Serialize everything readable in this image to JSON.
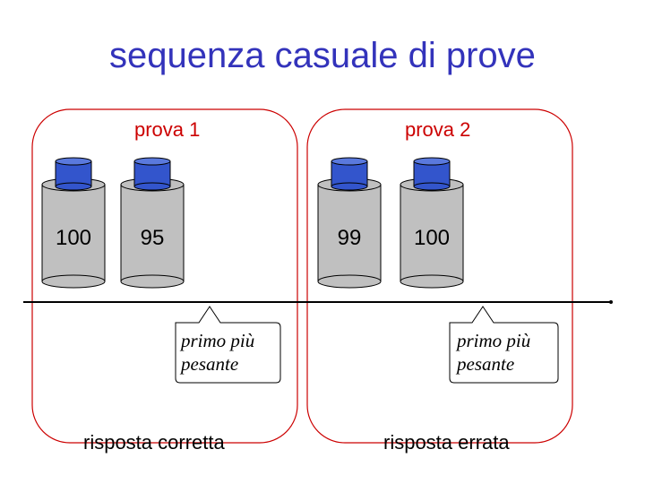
{
  "title": "sequenza casuale di prove",
  "trials": [
    {
      "label": "prova 1",
      "weights": [
        "100",
        "95"
      ],
      "callout": [
        "primo più",
        "pesante"
      ],
      "result": "risposta corretta"
    },
    {
      "label": "prova 2",
      "weights": [
        "99",
        "100"
      ],
      "callout": [
        "primo più",
        "pesante"
      ],
      "result": "risposta errata"
    }
  ],
  "colors": {
    "title": "#3333bb",
    "trial_border": "#cc0000",
    "weight_body": "#c0c0c0",
    "weight_cap": "#3355cc"
  }
}
